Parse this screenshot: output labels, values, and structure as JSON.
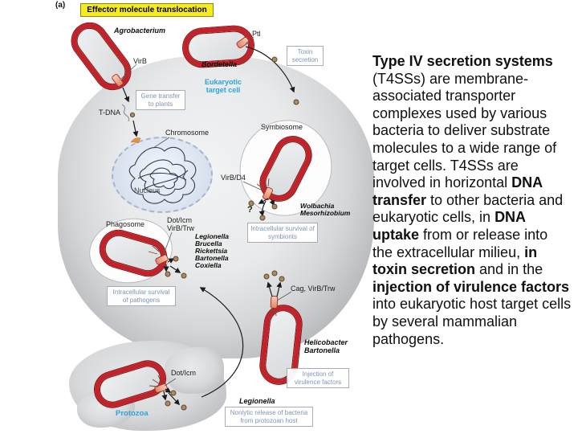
{
  "diagram": {
    "panel_label": "(a)",
    "title": "Effector molecule translocation",
    "target_cell_label": "Eukaryotic target cell",
    "organisms": {
      "agrobacterium": "Agrobacterium",
      "bordetella": "Bordetella",
      "wolbachia_group": [
        "Wolbachia",
        "Mesorhizobium"
      ],
      "pathogen_list": [
        "Legionella",
        "Brucella",
        "Rickettsia",
        "Bartonella",
        "Coxiella"
      ],
      "helicobacter_group": [
        "Helicobacter",
        "Bartonella"
      ],
      "legionella": "Legionella",
      "protozoa": "Protozoa"
    },
    "systems": {
      "virb": "VirB",
      "ptl": "Ptl",
      "virb_d4": "VirB/D4",
      "dot_icm_virb_trw": [
        "Dot/Icm",
        "VirB/Trw"
      ],
      "cag_virb_trw": "Cag, VirB/Trw",
      "dot_icm": "Dot/Icm"
    },
    "structures": {
      "t_dna": "T-DNA",
      "chromosome": "Chromosome",
      "nucleus": "Nucleus",
      "symbiosome": "Symbiosome",
      "phagosome": "Phagosome",
      "question_mark": "?"
    },
    "process_boxes": {
      "toxin_secretion": "Toxin secretion",
      "gene_transfer": "Gene transfer to plants",
      "symbiont_survival": "Intracellular survival of symbionts",
      "pathogen_survival": "Intracellular survival of pathogens",
      "virulence_injection": "Injection of virulence factors",
      "nonlytic_release": "Nonlytic release of bacteria from protozoan host"
    },
    "colors": {
      "title_background": "#f6ec1c",
      "bacteria_red": "#c2222a",
      "cyan_label": "#2aa5dc",
      "process_box_text": "#7e96b2"
    }
  },
  "caption": {
    "segments": [
      {
        "text": "Type IV secretion systems",
        "bold": true
      },
      {
        "text": " (T4SSs) are membrane-associated transporter complexes used by various bacteria to deliver substrate molecules to a wide range of target cells. T4SSs are involved in horizontal ",
        "bold": false
      },
      {
        "text": "DNA transfer",
        "bold": true
      },
      {
        "text": " to other bacteria and eukaryotic cells, in ",
        "bold": false
      },
      {
        "text": "DNA uptake",
        "bold": true
      },
      {
        "text": " from or release into the extracellular milieu, ",
        "bold": false
      },
      {
        "text": "in toxin secretion",
        "bold": true
      },
      {
        "text": " and in the ",
        "bold": false
      },
      {
        "text": "injection of virulence factors",
        "bold": true
      },
      {
        "text": " into eukaryotic host target cells by several mammalian pathogens.",
        "bold": false
      }
    ]
  }
}
